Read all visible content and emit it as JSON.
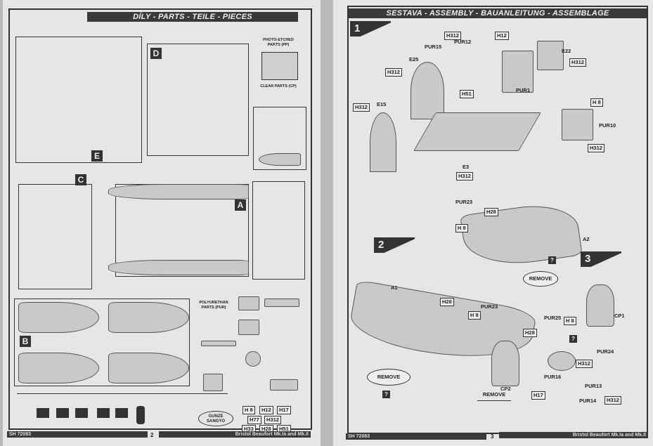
{
  "left_page": {
    "header": "DÍLY - PARTS - TEILE - PIECES",
    "sections": [
      "A",
      "B",
      "C",
      "D",
      "E"
    ],
    "photo_etched": "PHOTO-ETCHED PARTS (PP)",
    "clear_parts": "CLEAR PARTS (CP)",
    "polyurethan": "POLYURETHAN PARTS (PUR)",
    "legend_icons": [
      "cut-icon",
      "drill-icon",
      "glue-icon",
      "remove-icon",
      "paint-icon",
      "glue-tube-icon"
    ],
    "logo": "GUNZE SANGYO",
    "paints": [
      "H 8",
      "H12",
      "H17",
      "H77",
      "H312",
      "H33",
      "H28",
      "H51"
    ],
    "footer_code": "SH 72083",
    "page_number": "2",
    "footer_title": "Bristol Beaufort Mk.Ia and Mk.II"
  },
  "right_page": {
    "header": "SESTAVA - ASSEMBLY - BAUANLEITUNG - ASSEMBLAGE",
    "steps": [
      "1",
      "2",
      "3"
    ],
    "step1_labels": [
      "H312",
      "PUR12",
      "H12",
      "PUR15",
      "E22",
      "H312",
      "E25",
      "H312",
      "H51",
      "PUR1",
      "H312",
      "E15",
      "H 8",
      "PUR10",
      "H312",
      "E3",
      "H312"
    ],
    "step2_labels": [
      "PUR23",
      "H28",
      "H 8",
      "A2"
    ],
    "step3_labels": [
      "A1",
      "H28",
      "PUR23",
      "H 8",
      "PUR25",
      "H 8",
      "CP1",
      "H28",
      "PUR24",
      "H312",
      "PUR16",
      "CP2",
      "PUR13",
      "H17",
      "PUR14",
      "H312"
    ],
    "remove": "REMOVE",
    "question": "?",
    "footer_code": "SH 72083",
    "page_number": "3",
    "footer_title": "Bristol Beaufort Mk.Ia and Mk.II"
  }
}
